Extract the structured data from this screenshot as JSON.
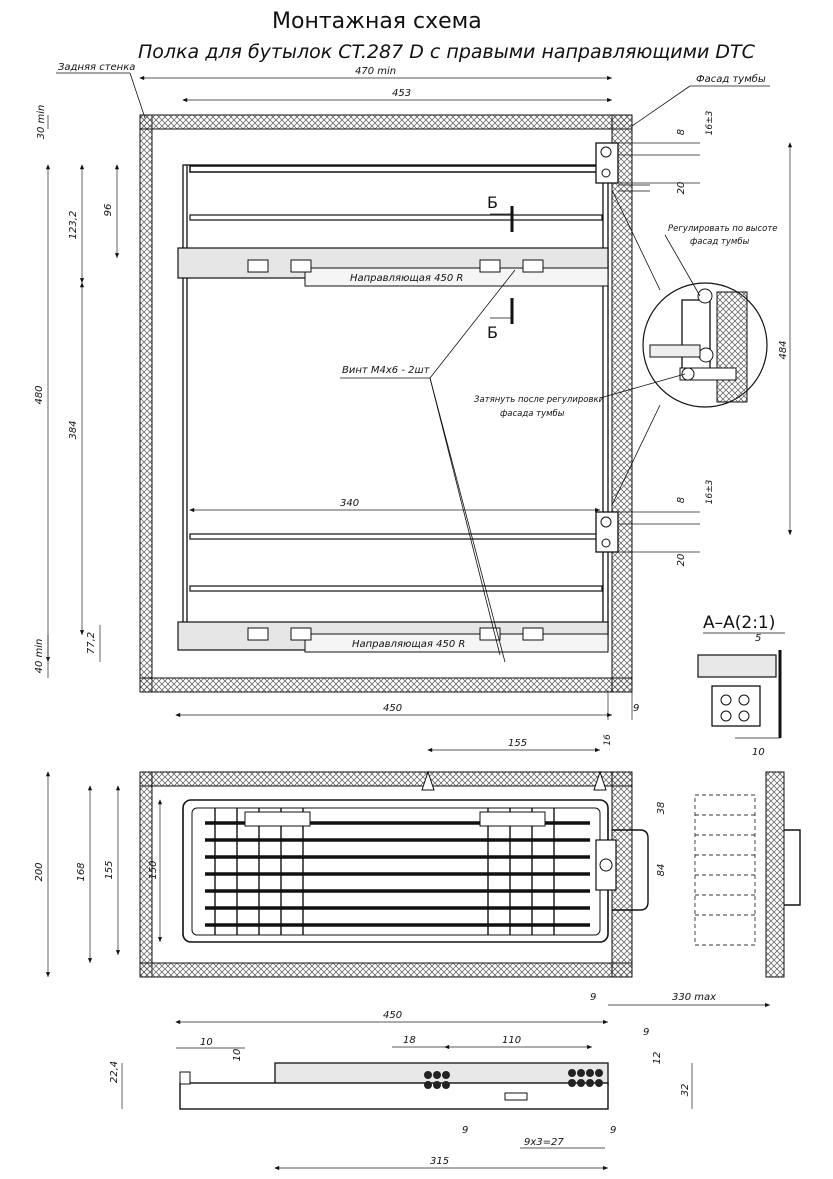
{
  "title": "Монтажная схема",
  "subtitle": "Полка для бутылок CT.287 D с правыми направляющими DTC",
  "labels": {
    "back_wall": "Задняя стенка",
    "facade": "Фасад тумбы",
    "guide_top": "Направляющая   450 R",
    "guide_bottom": "Направляющая  450 R",
    "screw": "Винт М4х6 - 2шт",
    "adjust_height_1": "Регулировать по высоте",
    "adjust_height_2": "фасад тумбы",
    "tighten_1": "Затянуть после регулировки",
    "tighten_2": "фасада тумбы",
    "section_b": "Б",
    "section_aa": "А–А(2:1)"
  },
  "dims": {
    "d470": "470 min",
    "d453": "453",
    "d30": "30 min",
    "d1232": "123,2",
    "d96": "96",
    "d480": "480",
    "d384": "384",
    "d40": "40 min",
    "d772": "77,2",
    "d8a": "8",
    "d16a": "16±3",
    "d20a": "20",
    "d484": "484",
    "d340": "340",
    "d8b": "8",
    "d16b": "16±3",
    "d20b": "20",
    "d450": "450",
    "d9a": "9",
    "d155top": "155",
    "d16c": "16",
    "d200": "200",
    "d168": "168",
    "d155": "155",
    "d150": "150",
    "d38": "38",
    "d84": "84",
    "d9b": "9",
    "d330": "330 max",
    "d5": "5",
    "d10aa": "10",
    "d450b": "450",
    "d10a": "10",
    "d10b": "10",
    "d18": "18",
    "d110": "110",
    "d9c": "9",
    "d224": "22,4",
    "d12": "12",
    "d32": "32",
    "d9d": "9",
    "d927": "9х3=27",
    "d9e": "9",
    "d315": "315"
  }
}
